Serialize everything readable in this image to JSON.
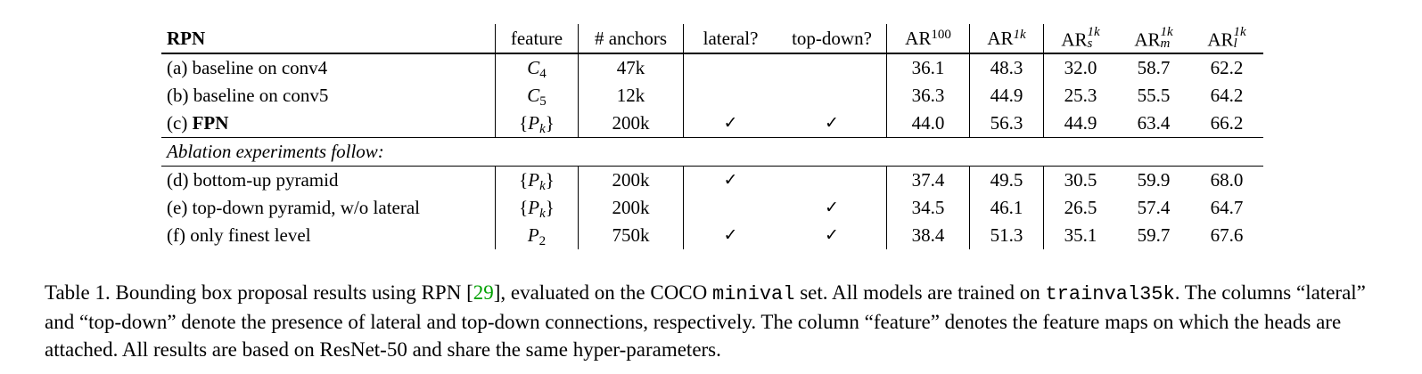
{
  "table": {
    "headers": {
      "rpn": "RPN",
      "feature": "feature",
      "anchors": "# anchors",
      "lateral": "lateral?",
      "topdown": "top-down?",
      "ar": "AR",
      "ar100_sup": "100",
      "ar1k_sup": "1k",
      "ars_sup": "1k",
      "ars_sub": "s",
      "arm_sup": "1k",
      "arm_sub": "m",
      "arl_sup": "1k",
      "arl_sub": "l"
    },
    "check_mark": "✓",
    "rows": [
      {
        "label_prefix": "(a) baseline on conv4",
        "label_bold": "",
        "feat_base": "C",
        "feat_sub": "4",
        "feat_open": "",
        "feat_close": "",
        "anchors": "47k",
        "lateral": "",
        "topdown": "",
        "ar100": "36.1",
        "ar1k": "48.3",
        "ars": "32.0",
        "arm": "58.7",
        "arl": "62.2"
      },
      {
        "label_prefix": "(b) baseline on conv5",
        "label_bold": "",
        "feat_base": "C",
        "feat_sub": "5",
        "feat_open": "",
        "feat_close": "",
        "anchors": "12k",
        "lateral": "",
        "topdown": "",
        "ar100": "36.3",
        "ar1k": "44.9",
        "ars": "25.3",
        "arm": "55.5",
        "arl": "64.2"
      },
      {
        "label_prefix": "(c) ",
        "label_bold": "FPN",
        "feat_base": "P",
        "feat_sub": "k",
        "feat_open": "{",
        "feat_close": "}",
        "anchors": "200k",
        "lateral": "✓",
        "topdown": "✓",
        "ar100": "44.0",
        "ar1k": "56.3",
        "ars": "44.9",
        "arm": "63.4",
        "arl": "66.2"
      },
      {
        "label_prefix": "(d) bottom-up pyramid",
        "label_bold": "",
        "feat_base": "P",
        "feat_sub": "k",
        "feat_open": "{",
        "feat_close": "}",
        "anchors": "200k",
        "lateral": "✓",
        "topdown": "",
        "ar100": "37.4",
        "ar1k": "49.5",
        "ars": "30.5",
        "arm": "59.9",
        "arl": "68.0"
      },
      {
        "label_prefix": "(e) top-down pyramid, w/o lateral",
        "label_bold": "",
        "feat_base": "P",
        "feat_sub": "k",
        "feat_open": "{",
        "feat_close": "}",
        "anchors": "200k",
        "lateral": "",
        "topdown": "✓",
        "ar100": "34.5",
        "ar1k": "46.1",
        "ars": "26.5",
        "arm": "57.4",
        "arl": "64.7"
      },
      {
        "label_prefix": "(f) only finest level",
        "label_bold": "",
        "feat_base": "P",
        "feat_sub": "2",
        "feat_open": "",
        "feat_close": "",
        "anchors": "750k",
        "lateral": "✓",
        "topdown": "✓",
        "ar100": "38.4",
        "ar1k": "51.3",
        "ars": "35.1",
        "arm": "59.7",
        "arl": "67.6"
      }
    ],
    "ablation_label": "Ablation experiments follow:"
  },
  "caption": {
    "p1": "Table 1. Bounding box proposal results using RPN [",
    "cite": "29",
    "p2": "], evaluated on the COCO ",
    "mono1": "minival",
    "p3": " set. All models are trained on ",
    "mono2": "trainval35k",
    "p4": ". The columns “lateral” and “top-down” denote the presence of lateral and top-down connections, respectively. The column “feature” denotes the feature maps on which the heads are attached. All results are based on ResNet-50 and share the same hyper-parameters."
  }
}
